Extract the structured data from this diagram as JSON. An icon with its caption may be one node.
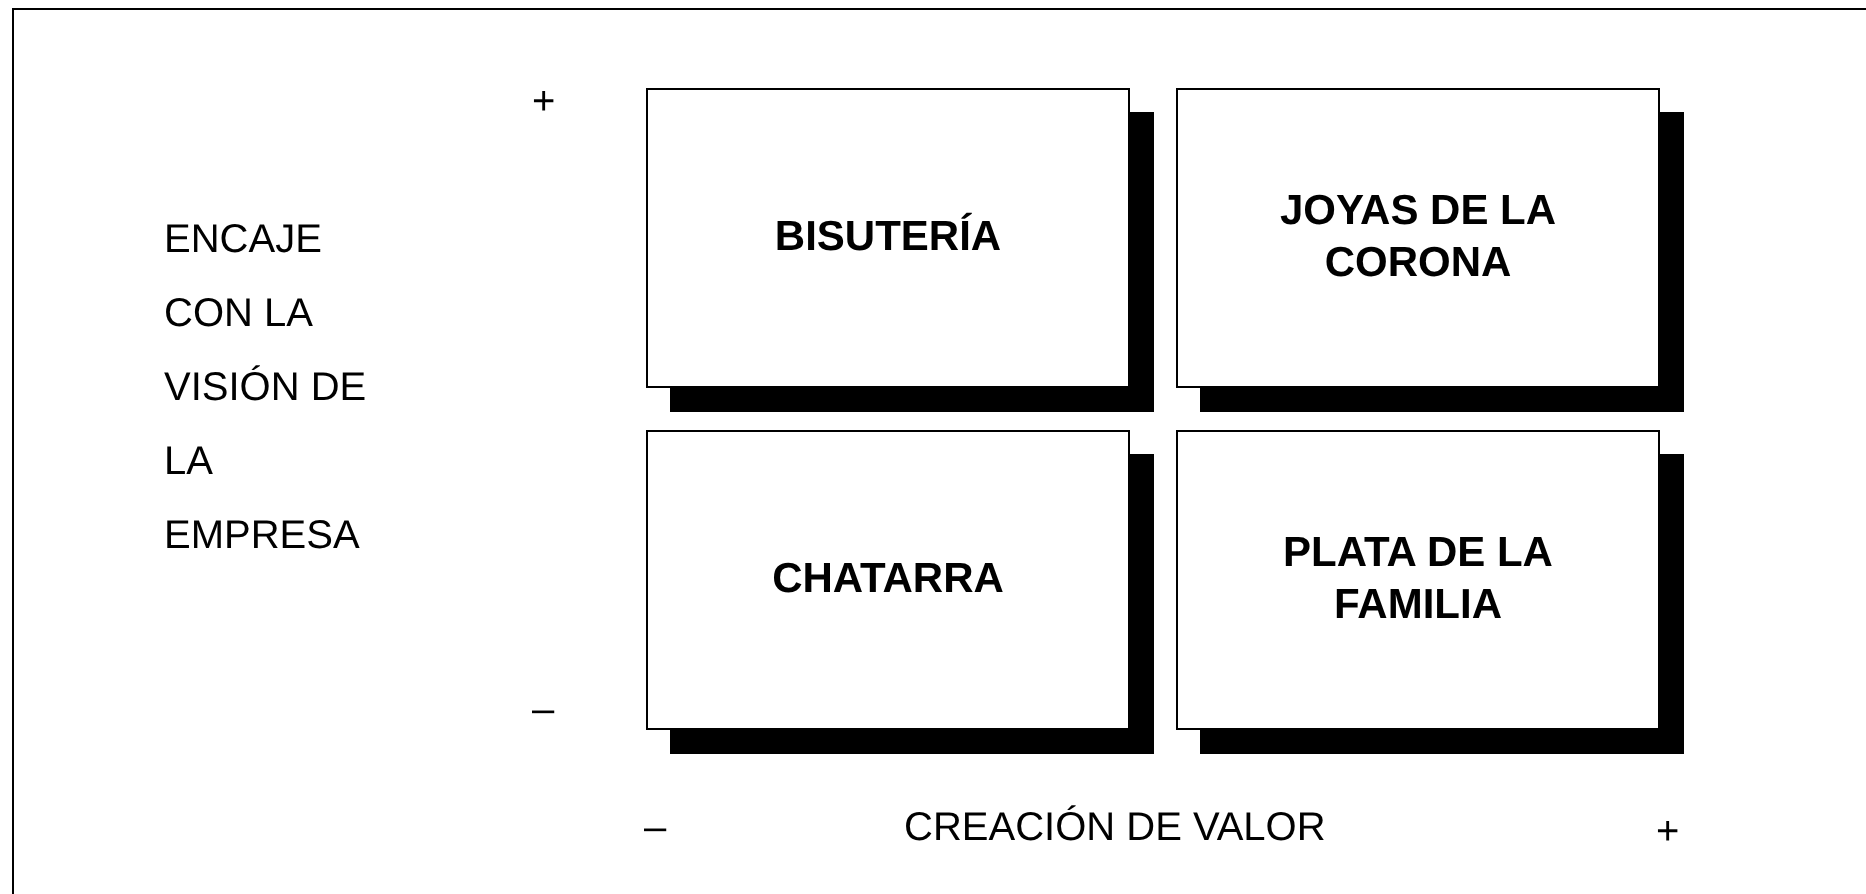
{
  "diagram": {
    "nodes": [
      {
        "text": [
          "BISUTERÍA"
        ]
      },
      {
        "text": [
          "JOYAS DE LA CORONA"
        ]
      },
      {
        "text": [
          "CHATARRA"
        ]
      },
      {
        "text": [
          "PLATA DE LA FAMILIA"
        ]
      }
    ],
    "labels": [
      "+",
      "ENCAJE CON LA VISIÓN DE LA EMPRESA",
      "–",
      "–",
      "CREACIÓN DE VALOR",
      "+"
    ]
  }
}
